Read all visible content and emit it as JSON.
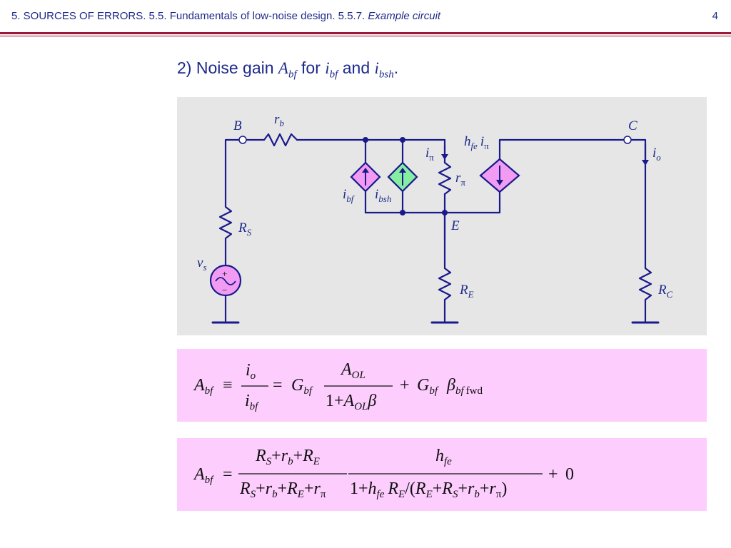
{
  "header": {
    "title": "5. SOURCES OF ERRORS. 5.5. Fundamentals of low-noise design. 5.5.7.",
    "title_italic": "Example circuit",
    "page_number": "4"
  },
  "heading": {
    "prefix": "2) Noise gain",
    "var1": "A",
    "var1_sub": "bf",
    "mid": "for",
    "var2": "i",
    "var2_sub": "bf",
    "conj": "and",
    "var3": "i",
    "var3_sub": "bsh",
    "end": "."
  },
  "circuit": {
    "node_b": "B",
    "node_c": "C",
    "node_e": "E",
    "rb": "r",
    "rb_sub": "b",
    "rs": "R",
    "rs_sub": "S",
    "vs": "v",
    "vs_sub": "s",
    "re": "R",
    "re_sub": "E",
    "rc": "R",
    "rc_sub": "C",
    "rpi": "r",
    "rpi_sub": "π",
    "ipi": "i",
    "ipi_sub": "π",
    "ibf": "i",
    "ibf_sub": "bf",
    "ibsh": "i",
    "ibsh_sub": "bsh",
    "hfe_ipi_h": "h",
    "hfe_ipi_sub": "fe",
    "hfe_ipi_i": "i",
    "hfe_ipi_isub": "π",
    "io": "i",
    "io_sub": "o",
    "vs_plus": "+",
    "vs_minus": "−"
  },
  "colors": {
    "wire": "#1a1a8c",
    "ibf_source": "#f29bf2",
    "ibsh_source": "#86eea0",
    "dependent_source": "#f29bf2",
    "eq_background": "#fdcdfd",
    "circuit_background": "#e6e6e6"
  },
  "equation1": {
    "lhs": "A",
    "lhs_sub": "bf",
    "equiv": "≡",
    "num": "i",
    "num_sub": "o",
    "den": "i",
    "den_sub": "bf",
    "eq": "=",
    "g": "G",
    "g_sub": "bf",
    "frac_num": "A",
    "frac_num_sub": "OL",
    "frac_den_a": "1+",
    "frac_den_b": "A",
    "frac_den_sub": "OL",
    "frac_den_beta": "β",
    "plus": "+",
    "g2": "G",
    "g2_sub": "bf",
    "beta": "β",
    "beta_sub": "bf",
    "beta_sub2": "fwd"
  },
  "equation2": {
    "lhs": "A",
    "lhs_sub": "bf",
    "eq": "=",
    "n1_a": "R",
    "n1_a_sub": "S",
    "n1_p1": "+",
    "n1_b": "r",
    "n1_b_sub": "b",
    "n1_p2": "+",
    "n1_c": "R",
    "n1_c_sub": "E",
    "d1_a": "R",
    "d1_a_sub": "S",
    "d1_p1": "+",
    "d1_b": "r",
    "d1_b_sub": "b",
    "d1_p2": "+",
    "d1_c": "R",
    "d1_c_sub": "E",
    "d1_p3": "+",
    "d1_d": "r",
    "d1_d_sub": "π",
    "n2": "h",
    "n2_sub": "fe",
    "d2_one": "1+",
    "d2_h": "h",
    "d2_h_sub": "fe",
    "d2_r": "R",
    "d2_r_sub": "E",
    "d2_slash": "/(",
    "d2_a": "R",
    "d2_a_sub": "E",
    "d2_p1": "+",
    "d2_b": "R",
    "d2_b_sub": "S",
    "d2_p2": "+",
    "d2_c": "r",
    "d2_c_sub": "b",
    "d2_p3": "+",
    "d2_d": "r",
    "d2_d_sub": "π",
    "d2_close": ")",
    "plus": "+",
    "zero": "0"
  }
}
